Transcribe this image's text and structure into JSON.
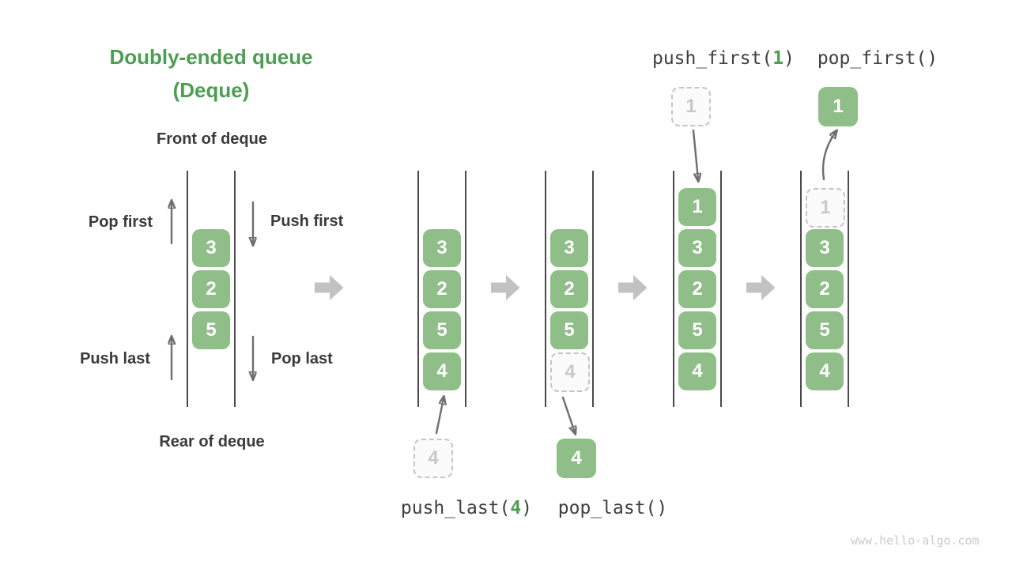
{
  "title": {
    "line1": "Doubly-ended queue",
    "line2": "(Deque)"
  },
  "deque_labels": {
    "front": "Front of deque",
    "rear": "Rear of deque",
    "pop_first": "Pop first",
    "push_first": "Push first",
    "push_last": "Push last",
    "pop_last": "Pop last"
  },
  "operations": {
    "push_last": {
      "prefix": "push_last(",
      "arg": "4",
      "suffix": ")"
    },
    "pop_last": {
      "label": "pop_last()"
    },
    "push_first": {
      "prefix": "push_first(",
      "arg": "1",
      "suffix": ")"
    },
    "pop_first": {
      "label": "pop_first()"
    }
  },
  "states": {
    "q1": {
      "cells": [
        {
          "v": "3"
        },
        {
          "v": "2"
        },
        {
          "v": "5"
        }
      ]
    },
    "q2": {
      "cells": [
        {
          "v": "3"
        },
        {
          "v": "2"
        },
        {
          "v": "5"
        },
        {
          "v": "4"
        }
      ],
      "floating": {
        "v": "4",
        "style": "ghost",
        "position": "below"
      }
    },
    "q3": {
      "cells": [
        {
          "v": "3"
        },
        {
          "v": "2"
        },
        {
          "v": "5"
        },
        {
          "v": "4",
          "style": "ghost"
        }
      ],
      "floating": {
        "v": "4",
        "style": "solid",
        "position": "below"
      }
    },
    "q4": {
      "cells": [
        {
          "v": "1"
        },
        {
          "v": "3"
        },
        {
          "v": "2"
        },
        {
          "v": "5"
        },
        {
          "v": "4"
        }
      ],
      "floating": {
        "v": "1",
        "style": "ghost",
        "position": "above"
      }
    },
    "q5": {
      "cells": [
        {
          "v": "1",
          "style": "ghost"
        },
        {
          "v": "3"
        },
        {
          "v": "2"
        },
        {
          "v": "5"
        },
        {
          "v": "4"
        }
      ],
      "floating": {
        "v": "1",
        "style": "solid",
        "position": "above"
      }
    }
  },
  "watermark": "www.hello-algo.com",
  "colors": {
    "cell_green": "#8FBE88",
    "accent_green": "#4C9E52",
    "text_dark": "#3A3A3A",
    "code_text": "#3F3F3F",
    "thin_arrow": "#6E6E6E",
    "transition_arrow": "#C2C2C2",
    "ghost_border": "#C5C5C5",
    "ghost_text": "#C8C8C8",
    "wall": "#4A4A4A",
    "watermark_text": "#CBCBCB"
  }
}
